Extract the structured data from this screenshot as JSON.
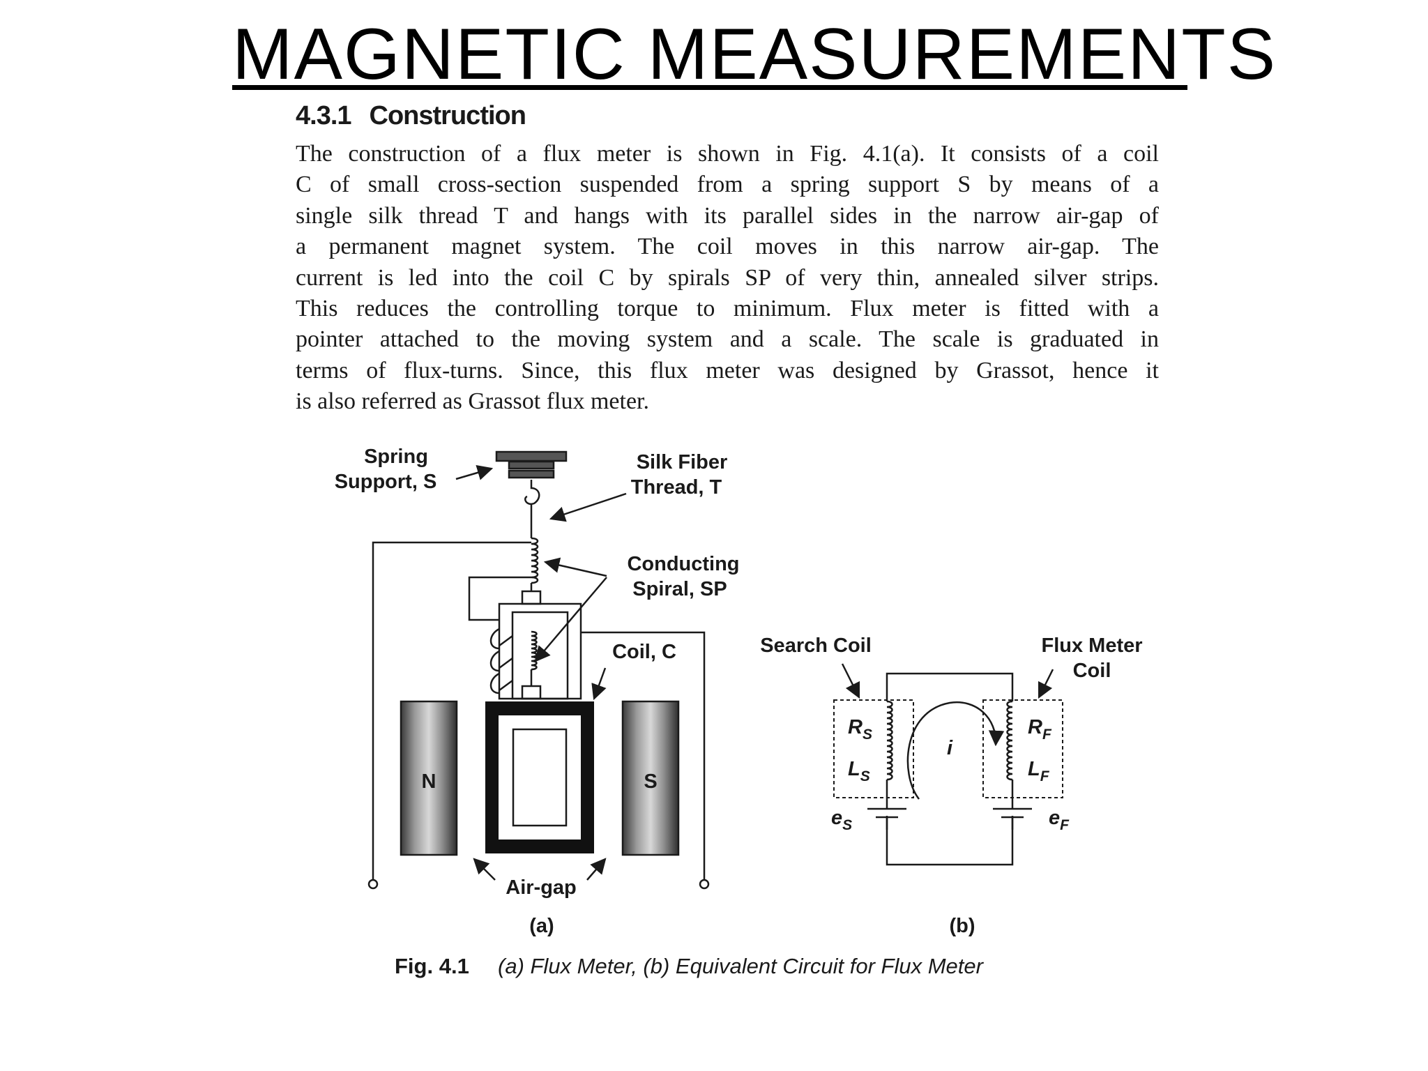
{
  "slide": {
    "title": "MAGNETIC  MEASUREMENTS"
  },
  "section": {
    "number": "4.3.1",
    "title": "Construction"
  },
  "paragraph": {
    "lines": [
      "The construction of a flux meter is shown in Fig. 4.1(a). It consists of a coil",
      "C of small cross-section suspended from a spring support S by means of a",
      "single silk thread T and hangs with its parallel sides in the narrow air-gap of",
      "a permanent magnet system. The coil moves in this narrow air-gap. The",
      "current is led into the coil C by spirals SP of very thin, annealed silver strips.",
      "This reduces the controlling torque to minimum. Flux meter is fitted with a",
      "pointer attached to the moving system and a scale. The scale is graduated in",
      "terms of flux-turns.  Since, this flux meter was designed by Grassot, hence it",
      "is also referred as Grassot flux meter."
    ]
  },
  "figure_a": {
    "spring_support_l1": "Spring",
    "spring_support_l2": "Support, S",
    "silk_thread_l1": "Silk Fiber",
    "silk_thread_l2": "Thread, T",
    "spiral_l1": "Conducting",
    "spiral_l2": "Spiral, SP",
    "coil": "Coil, C",
    "north_pole": "N",
    "south_pole": "S",
    "air_gap": "Air-gap",
    "sublabel": "(a)"
  },
  "figure_b": {
    "search_coil": "Search Coil",
    "flux_meter_coil_l1": "Flux Meter",
    "flux_meter_coil_l2": "Coil",
    "rs": "R",
    "rs_sub": "S",
    "ls": "L",
    "ls_sub": "S",
    "rf": "R",
    "rf_sub": "F",
    "lf": "L",
    "lf_sub": "F",
    "current": "i",
    "es": "e",
    "es_sub": "S",
    "ef": "e",
    "ef_sub": "F",
    "sublabel": "(b)"
  },
  "caption": {
    "label": "Fig. 4.1",
    "text": "(a) Flux Meter, (b) Equivalent Circuit for Flux Meter"
  },
  "colors": {
    "text": "#1a1a1a",
    "magnet_dark": "#3a3a3a",
    "magnet_light": "#d8d8d8"
  }
}
